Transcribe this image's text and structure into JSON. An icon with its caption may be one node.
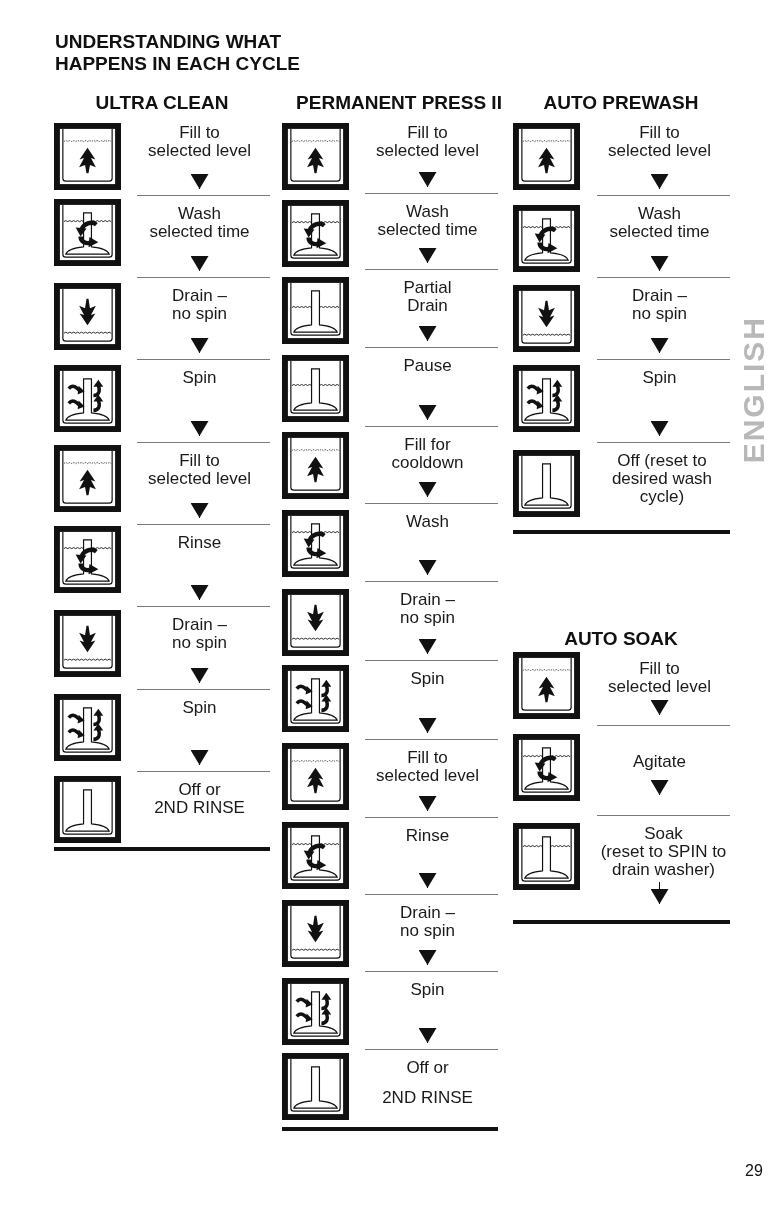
{
  "diagram": {
    "title": "UNDERSTANDING WHAT HAPPENS IN EACH CYCLE",
    "nodes": [
      {
        "text": [
          "Fill to selected level"
        ]
      },
      {
        "text": [
          "Wash selected time"
        ]
      },
      {
        "text": [
          "Drain – no spin"
        ]
      },
      {
        "text": [
          "Spin"
        ]
      },
      {
        "text": [
          "Fill to selected level"
        ]
      },
      {
        "text": [
          "Rinse"
        ]
      },
      {
        "text": [
          "Drain – no spin"
        ]
      },
      {
        "text": [
          "Spin"
        ]
      },
      {
        "text": [
          "Off or",
          "2ND RINSE"
        ]
      },
      {
        "text": [
          "Fill to selected level"
        ]
      },
      {
        "text": [
          "Wash selected time"
        ]
      },
      {
        "text": [
          "Partial Drain"
        ]
      },
      {
        "text": [
          "Pause"
        ]
      },
      {
        "text": [
          "Fill for cooldown"
        ]
      },
      {
        "text": [
          "Wash"
        ]
      },
      {
        "text": [
          "Drain – no spin"
        ]
      },
      {
        "text": [
          "Spin"
        ]
      },
      {
        "text": [
          "Fill to selected level"
        ]
      },
      {
        "text": [
          "Rinse"
        ]
      },
      {
        "text": [
          "Drain – no spin"
        ]
      },
      {
        "text": [
          "Spin"
        ]
      },
      {
        "text": [
          "Off or",
          "2ND RINSE"
        ]
      },
      {
        "text": [
          "Fill to selected level"
        ]
      },
      {
        "text": [
          "Wash selected time"
        ]
      },
      {
        "text": [
          "Drain – no spin"
        ]
      },
      {
        "text": [
          "Spin"
        ]
      },
      {
        "text": [
          "Off (reset to desired wash cycle)"
        ]
      },
      {
        "text": [
          "Fill to selected level"
        ]
      },
      {
        "text": [
          "Agitate"
        ]
      },
      {
        "text": [
          "Soak",
          "(reset to SPIN to drain washer)"
        ]
      }
    ],
    "edges": [
      {
        "from": 0,
        "to": 1,
        "arrow": "to"
      },
      {
        "from": 1,
        "to": 2,
        "arrow": "to"
      },
      {
        "from": 2,
        "to": 3,
        "arrow": "to"
      },
      {
        "from": 3,
        "to": 4,
        "arrow": "to"
      },
      {
        "from": 4,
        "to": 5,
        "arrow": "to"
      },
      {
        "from": 5,
        "to": 6,
        "arrow": "to"
      },
      {
        "from": 6,
        "to": 7,
        "arrow": "to"
      },
      {
        "from": 7,
        "to": 8,
        "arrow": "to"
      },
      {
        "from": 9,
        "to": 10,
        "arrow": "to"
      },
      {
        "from": 10,
        "to": 11,
        "arrow": "to"
      },
      {
        "from": 11,
        "to": 12,
        "arrow": "to"
      },
      {
        "from": 12,
        "to": 13,
        "arrow": "to"
      },
      {
        "from": 13,
        "to": 14,
        "arrow": "to"
      },
      {
        "from": 14,
        "to": 15,
        "arrow": "to"
      },
      {
        "from": 15,
        "to": 16,
        "arrow": "to"
      },
      {
        "from": 16,
        "to": 17,
        "arrow": "to"
      },
      {
        "from": 17,
        "to": 18,
        "arrow": "to"
      },
      {
        "from": 18,
        "to": 19,
        "arrow": "to"
      },
      {
        "from": 19,
        "to": 20,
        "arrow": "to"
      },
      {
        "from": 20,
        "to": 21,
        "arrow": "to"
      },
      {
        "from": 22,
        "to": 23,
        "arrow": "to"
      },
      {
        "from": 23,
        "to": 24,
        "arrow": "to"
      },
      {
        "from": 24,
        "to": 25,
        "arrow": "to"
      },
      {
        "from": 25,
        "to": 26,
        "arrow": "to"
      },
      {
        "from": 27,
        "to": 28,
        "arrow": "to"
      },
      {
        "from": 28,
        "to": 29,
        "arrow": "to"
      },
      {
        "from": 29,
        "to": null,
        "arrow": "to"
      }
    ],
    "labels": [
      "ULTRA CLEAN",
      "PERMANENT PRESS II",
      "AUTO PREWASH",
      "ENGLISH",
      "AUTO SOAK",
      "29"
    ]
  }
}
